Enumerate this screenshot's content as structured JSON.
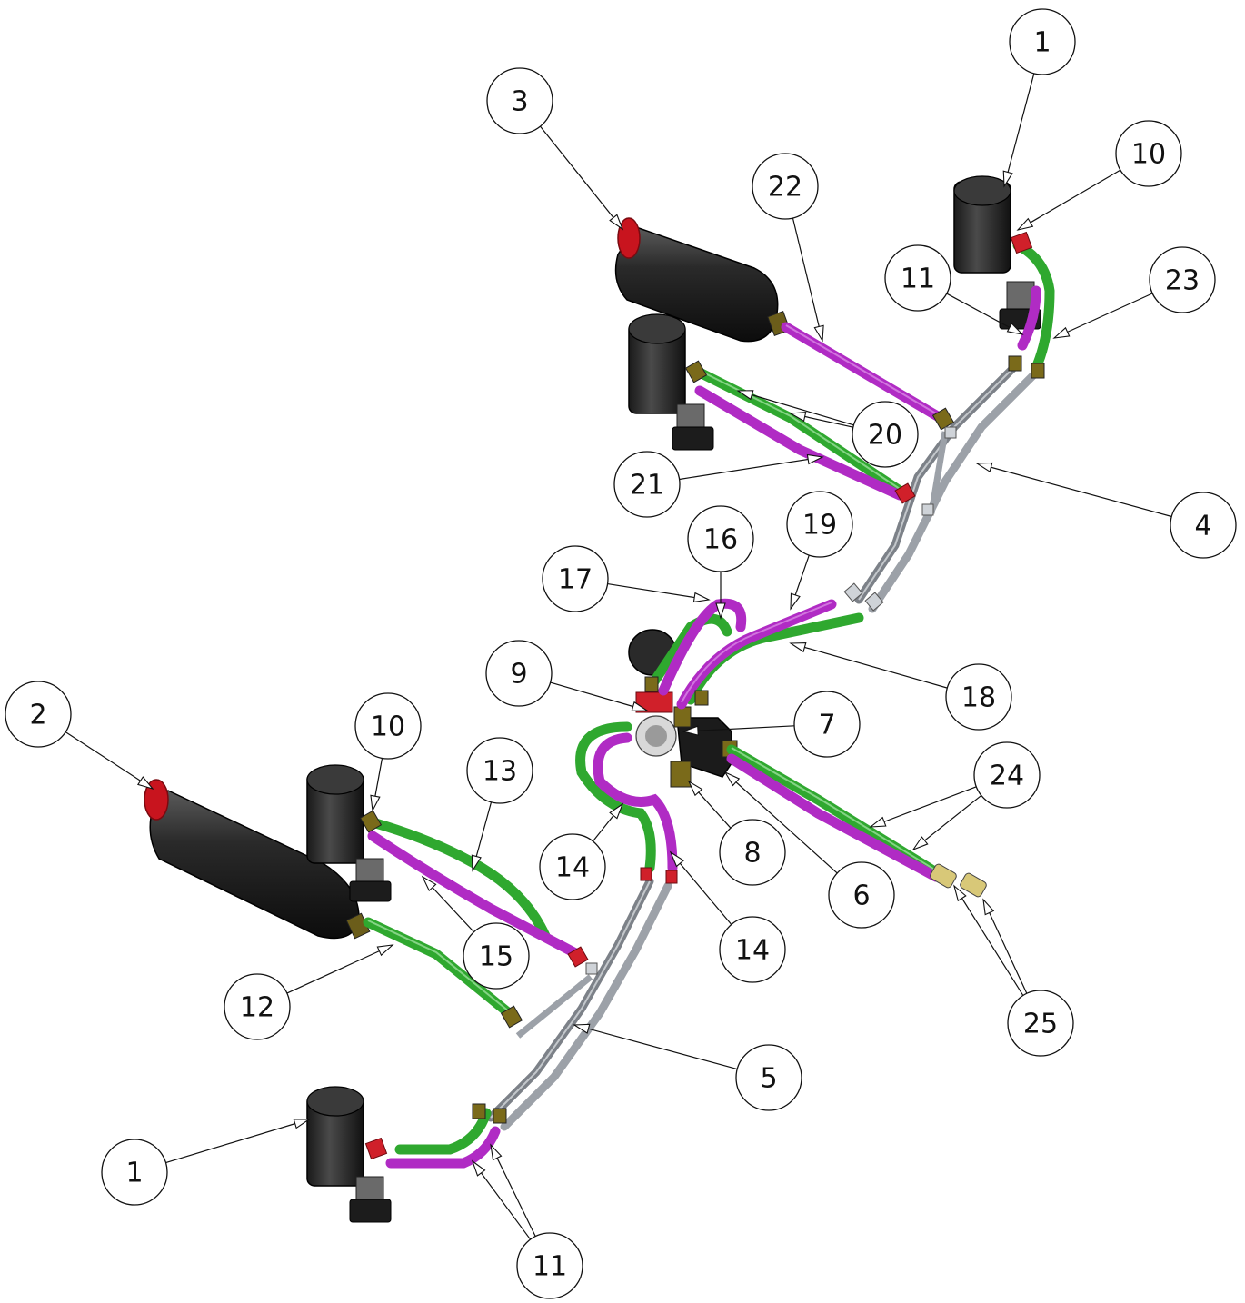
{
  "diagram": {
    "balloons": [
      "1",
      "2",
      "3",
      "4",
      "5",
      "6",
      "7",
      "8",
      "9",
      "10",
      "11",
      "12",
      "13",
      "14",
      "15",
      "16",
      "17",
      "18",
      "19",
      "20",
      "21",
      "22",
      "23",
      "24",
      "25"
    ]
  },
  "colors": {
    "hose_green": "#2fa82f",
    "hose_purple": "#b02bc4",
    "tube_gray": "#8a8f96",
    "body_black": "#1e1e1e",
    "cap_red": "#c8141e",
    "fitting_brass": "#7a6a1a",
    "fitting_red": "#d0202a"
  }
}
